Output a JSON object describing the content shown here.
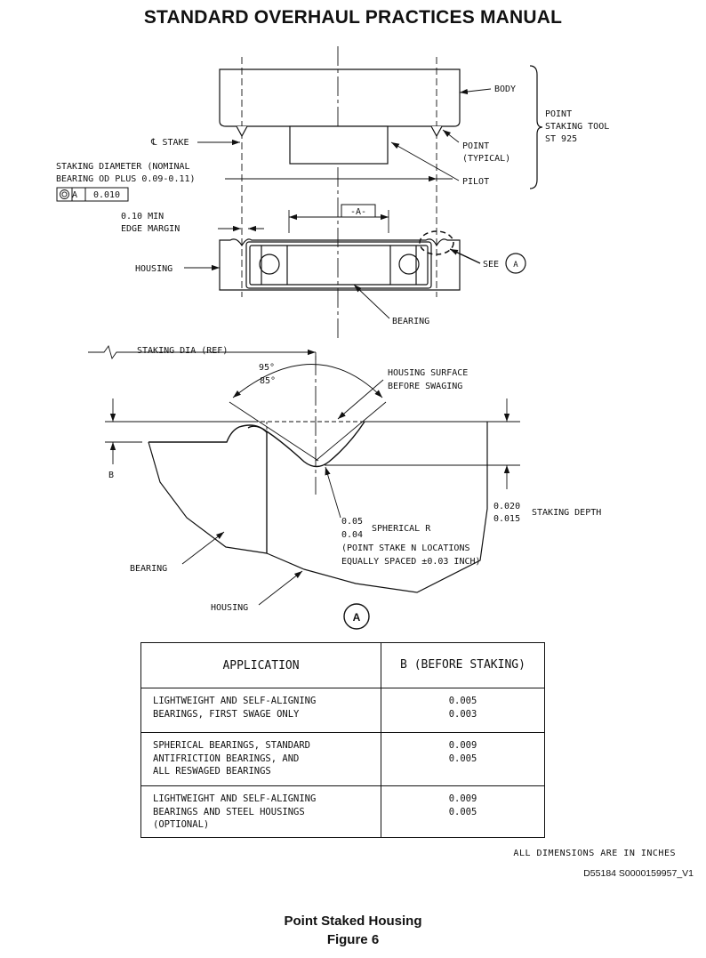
{
  "header": {
    "title": "STANDARD OVERHAUL PRACTICES MANUAL"
  },
  "top_view": {
    "body": "BODY",
    "point_staking_tool": [
      "POINT",
      "STAKING TOOL",
      "ST 925"
    ],
    "stake": "℄ STAKE",
    "point_typical": [
      "POINT",
      "(TYPICAL)"
    ],
    "pilot": "PILOT",
    "staking_diameter": [
      "STAKING DIAMETER (NOMINAL",
      "BEARING OD PLUS 0.09-0.11)"
    ],
    "tolerance": {
      "datum": "A",
      "value": "0.010"
    },
    "edge_margin": [
      "0.10 MIN",
      "EDGE MARGIN"
    ],
    "datum_a": "-A-",
    "housing": "HOUSING",
    "see": "SEE",
    "see_ref": "A",
    "bearing": "BEARING"
  },
  "detail_view": {
    "staking_dia_ref": "STAKING DIA (REF)",
    "angle_max": "95°",
    "angle_min": "85°",
    "housing_surface": [
      "HOUSING SURFACE",
      "BEFORE SWAGING"
    ],
    "b": "B",
    "depth_max": "0.020",
    "depth_min": "0.015",
    "staking_depth": "STAKING DEPTH",
    "radius_max": "0.05",
    "radius_min": "0.04",
    "spherical_r": "SPHERICAL R",
    "point_stake_note": [
      "(POINT STAKE N LOCATIONS",
      "EQUALLY SPACED ±0.03 INCH)"
    ],
    "bearing": "BEARING",
    "housing": "HOUSING",
    "detail_id": "A"
  },
  "table": {
    "header_application": "APPLICATION",
    "header_b": [
      "B",
      "(BEFORE STAKING)"
    ],
    "rows": [
      {
        "application": [
          "LIGHTWEIGHT AND SELF-ALIGNING",
          "BEARINGS, FIRST SWAGE ONLY"
        ],
        "b": [
          "0.005",
          "0.003"
        ]
      },
      {
        "application": [
          "SPHERICAL BEARINGS, STANDARD",
          "ANTIFRICTION BEARINGS, AND",
          "ALL RESWAGED BEARINGS"
        ],
        "b": [
          "0.009",
          "0.005"
        ]
      },
      {
        "application": [
          "LIGHTWEIGHT AND SELF-ALIGNING",
          "BEARINGS AND STEEL HOUSINGS",
          "(OPTIONAL)"
        ],
        "b": [
          "0.009",
          "0.005"
        ]
      }
    ]
  },
  "notes": {
    "dimensions": "ALL DIMENSIONS ARE IN INCHES",
    "figure_id": "D55184 S0000159957_V1"
  },
  "caption": {
    "title": "Point Staked Housing",
    "figure": "Figure 6"
  }
}
